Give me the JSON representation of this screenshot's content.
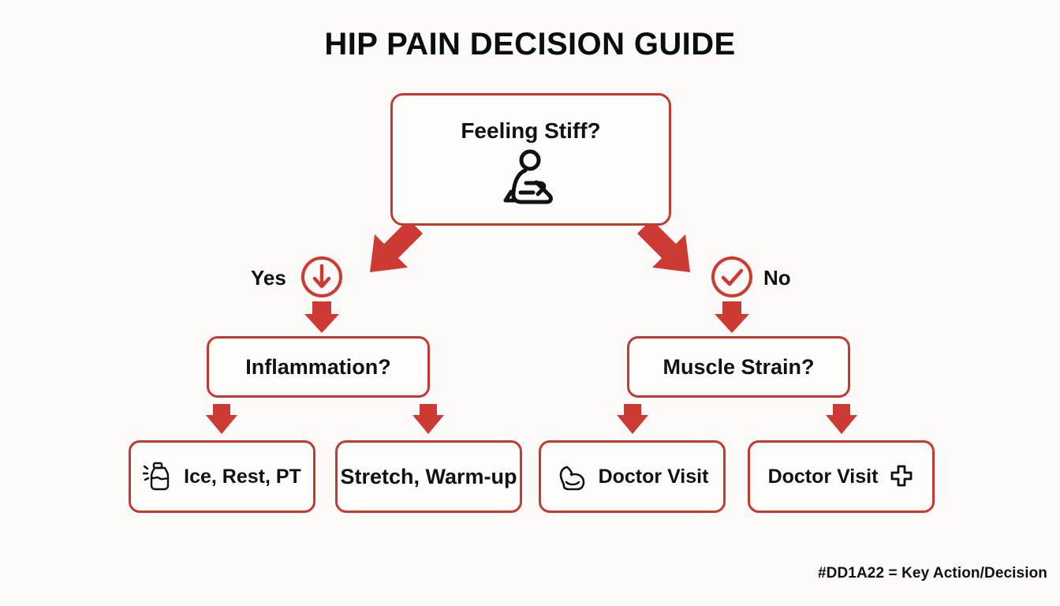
{
  "diagram": {
    "title": "HIP PAIN DECISION GUIDE",
    "type": "decision-flowchart",
    "accent_color": "#DD1A22",
    "border_color": "#C33A30",
    "background_color": "#FCFBFA",
    "text_color": "#111111"
  },
  "root": {
    "label": "Feeling Stiff?",
    "icon": "seated-stretching-person-icon"
  },
  "branches": [
    {
      "label": "Yes",
      "badge_icon": "circled-down-arrow-icon",
      "side": "left"
    },
    {
      "label": "No",
      "badge_icon": "circled-check-icon",
      "side": "right"
    }
  ],
  "decisions": [
    {
      "label": "Inflammation?",
      "branch": "Yes"
    },
    {
      "label": "Muscle Strain?",
      "branch": "No"
    }
  ],
  "outcomes": [
    {
      "label": "Ice, Rest, PT",
      "icon": "ice-pack-bottle-icon",
      "icon_side": "left",
      "parent": "Inflammation?"
    },
    {
      "label": "Stretch, Warm-up",
      "icon": null,
      "icon_side": "none",
      "parent": "Inflammation?"
    },
    {
      "label": "Doctor Visit",
      "icon": "flexed-biceps-icon",
      "icon_side": "left",
      "parent": "Muscle Strain?"
    },
    {
      "label": "Doctor Visit",
      "icon": "medical-cross-icon",
      "icon_side": "right",
      "parent": "Muscle Strain?"
    }
  ],
  "legend": {
    "text": "#DD1A22 = Key Action/Decision"
  }
}
